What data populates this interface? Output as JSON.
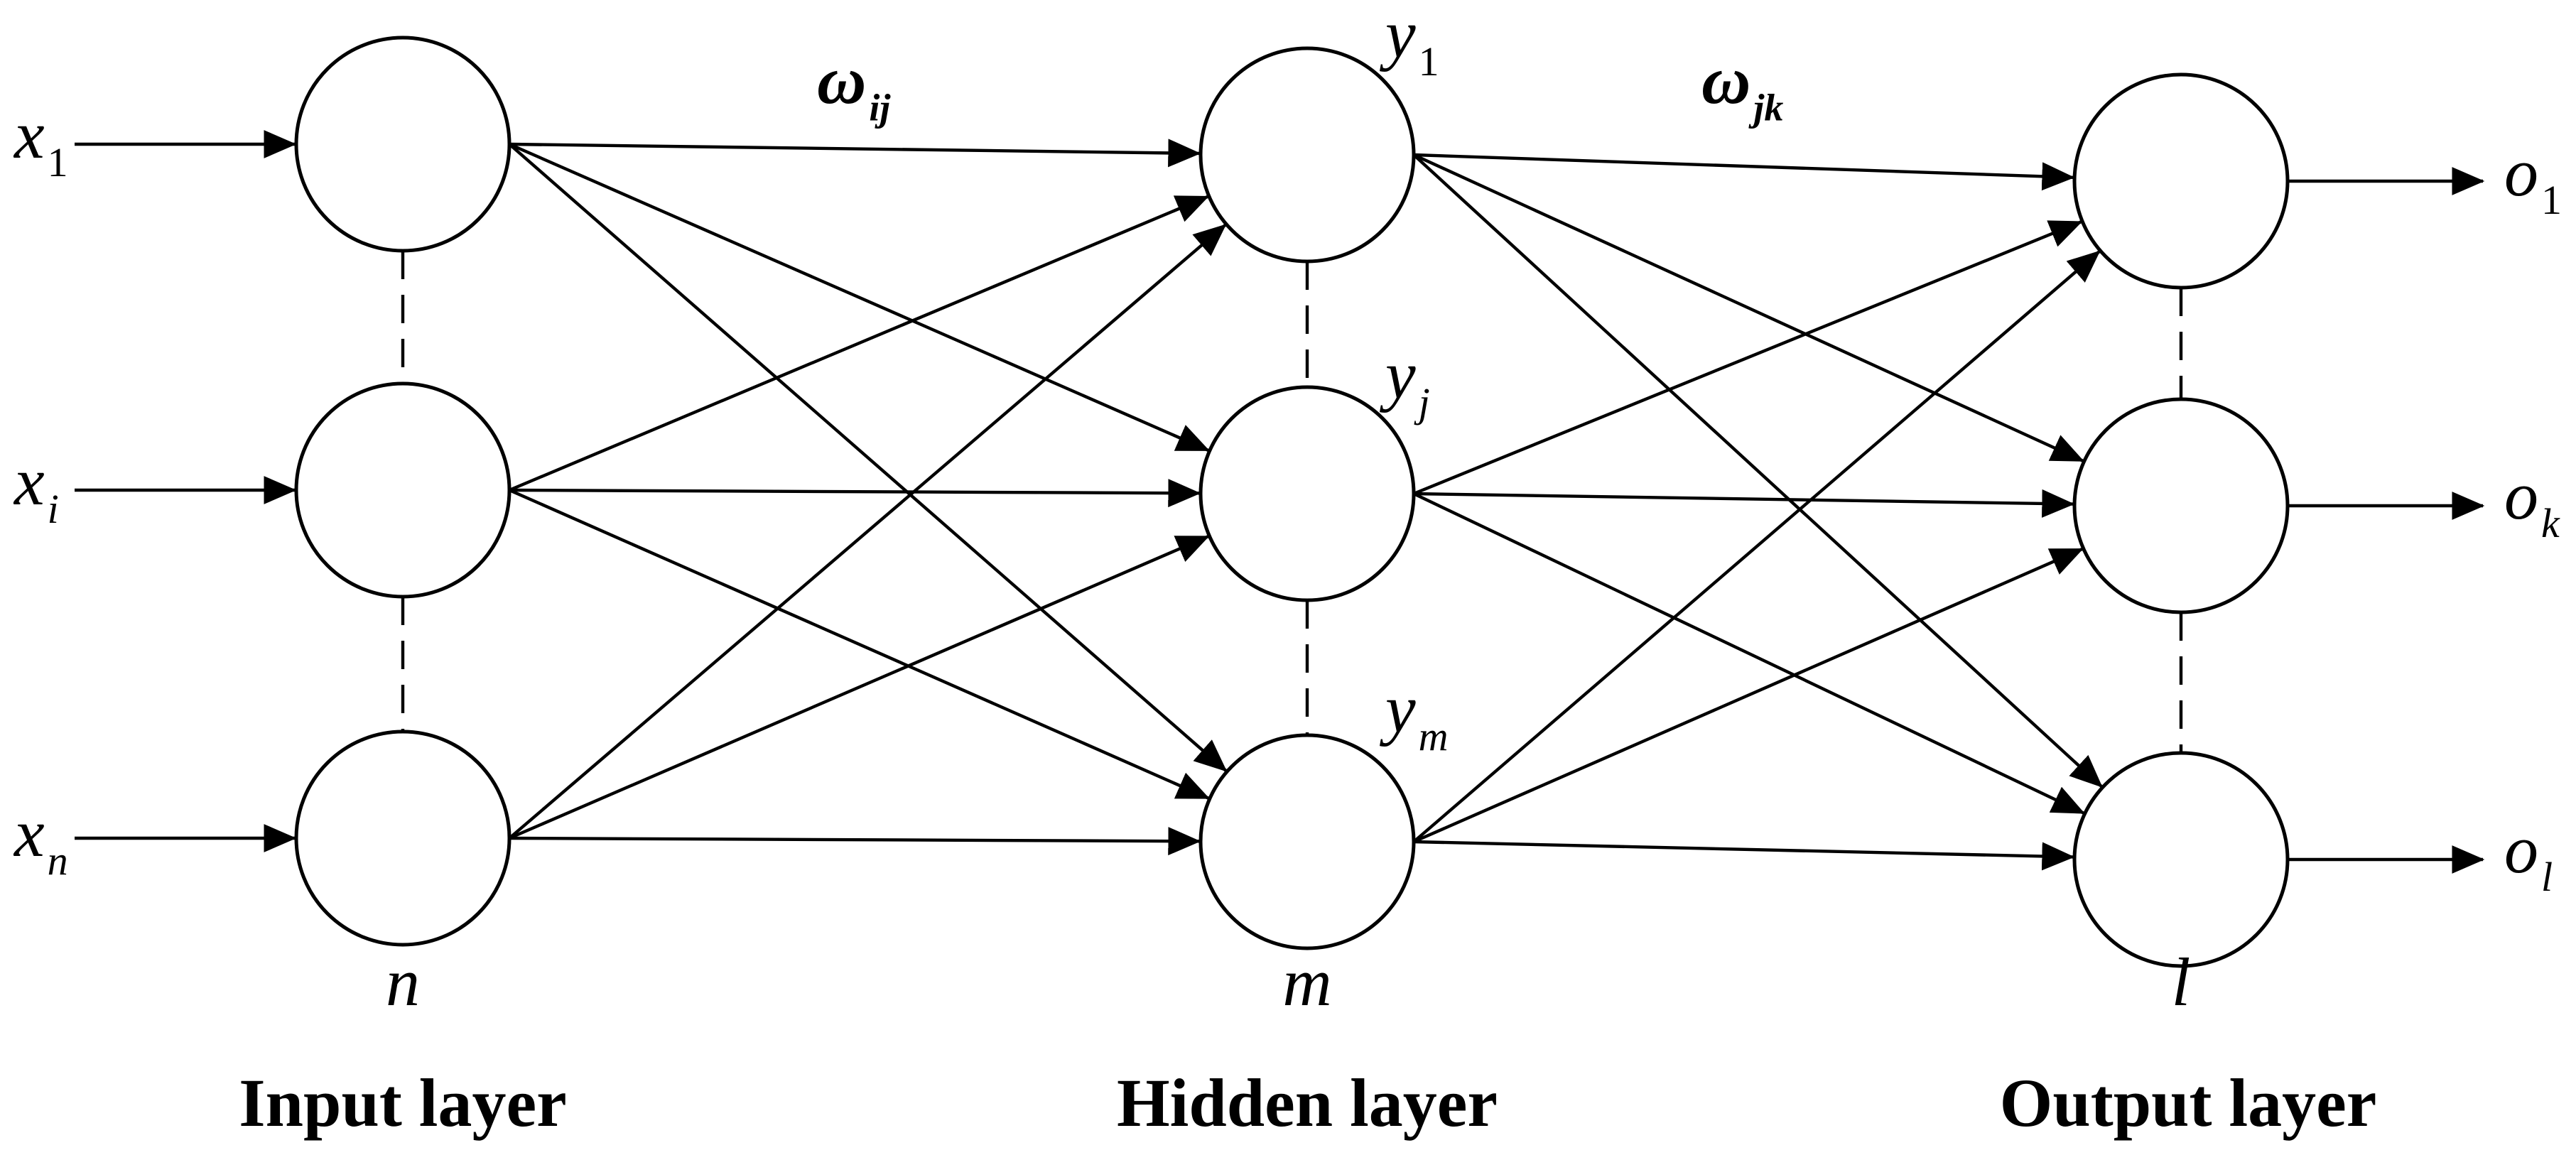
{
  "inputs": [
    {
      "var": "x",
      "sub": "1",
      "sub_italic": false
    },
    {
      "var": "x",
      "sub": "i",
      "sub_italic": true
    },
    {
      "var": "x",
      "sub": "n",
      "sub_italic": true
    }
  ],
  "hidden_labels": [
    {
      "var": "y",
      "sub": "1",
      "sub_italic": false
    },
    {
      "var": "y",
      "sub": "j",
      "sub_italic": true
    },
    {
      "var": "y",
      "sub": "m",
      "sub_italic": true
    }
  ],
  "outputs": [
    {
      "var": "o",
      "sub": "1",
      "sub_italic": false
    },
    {
      "var": "o",
      "sub": "k",
      "sub_italic": true
    },
    {
      "var": "o",
      "sub": "l",
      "sub_italic": true
    }
  ],
  "weights": [
    {
      "var": "ω",
      "sub": "ij"
    },
    {
      "var": "ω",
      "sub": "jk"
    }
  ],
  "layer_sizes": [
    "n",
    "m",
    "l"
  ],
  "layer_titles": [
    "Input layer",
    "Hidden layer",
    "Output layer"
  ]
}
